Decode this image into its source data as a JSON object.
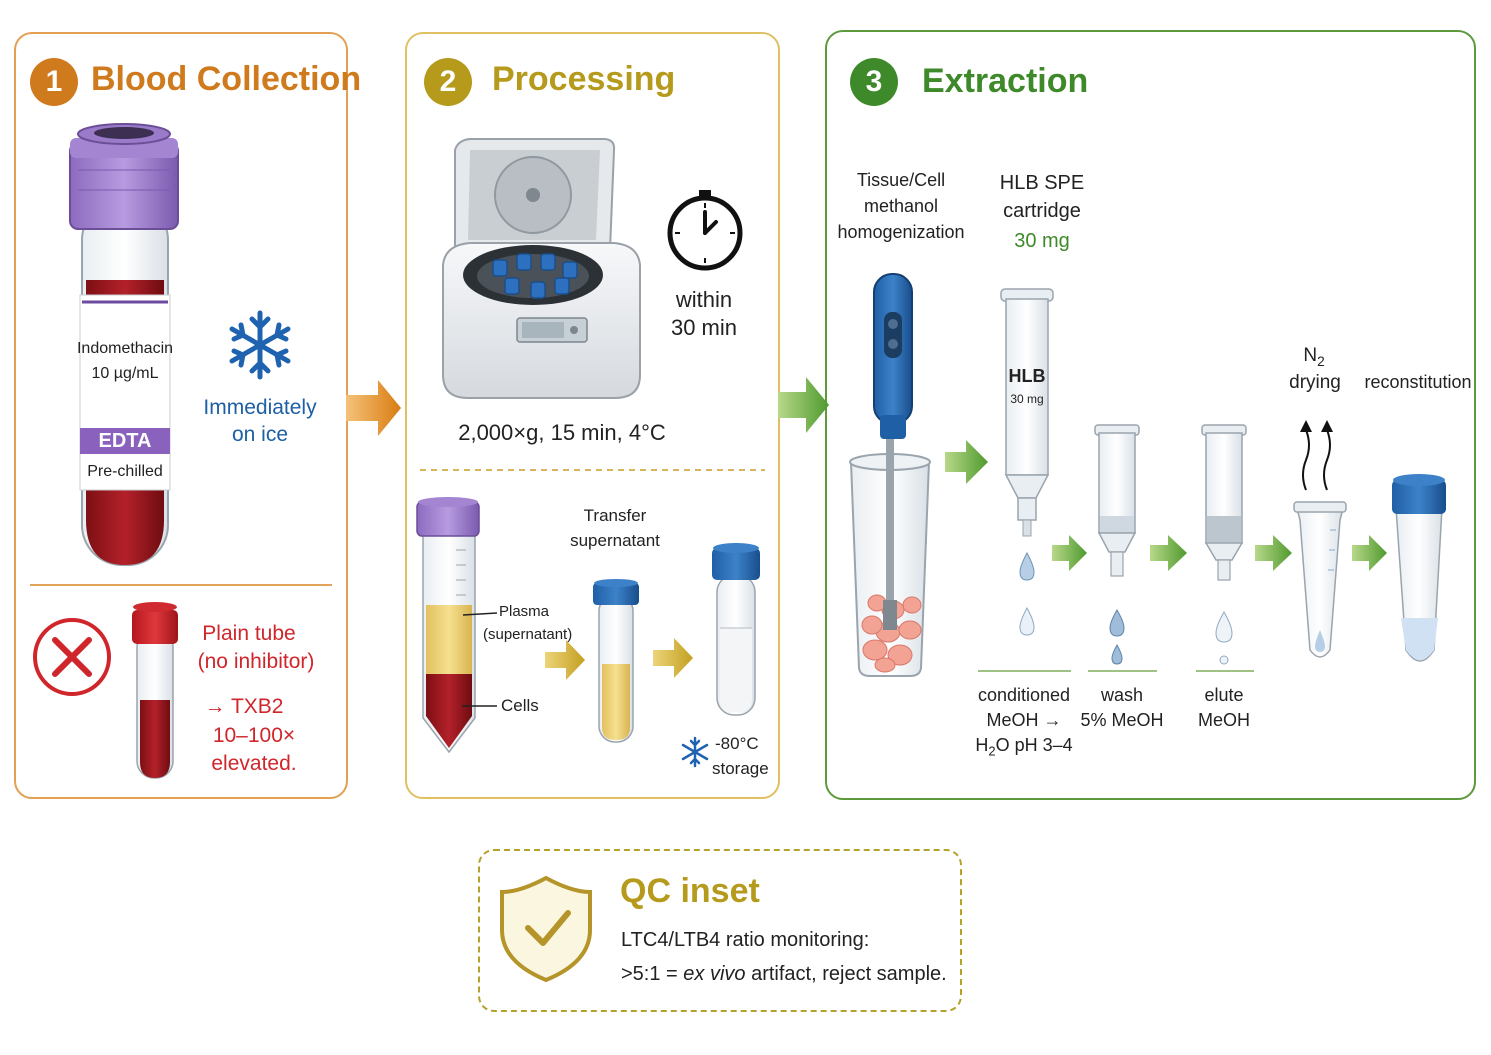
{
  "colors": {
    "orange": "#d07a1e",
    "gold": "#b59a1c",
    "green": "#3e8a2a",
    "blue_text": "#1d5fa5",
    "red": "#d0262b"
  },
  "panel1": {
    "number": "1",
    "title": "Blood Collection",
    "tube_label_line1": "Indomethacin",
    "tube_label_line2": "10 µg/mL",
    "tube_band": "EDTA",
    "tube_label_line3": "Pre-chilled",
    "ice_line1": "Immediately",
    "ice_line2": "on ice",
    "plain_line1": "Plain tube",
    "plain_line2": "(no inhibitor)",
    "txb_line1": "→ TXB2",
    "txb_line2": "10–100×",
    "txb_line3": "elevated."
  },
  "panel2": {
    "number": "2",
    "title": "Processing",
    "timer_line1": "within",
    "timer_line2": "30 min",
    "spin": "2,000×g, 15 min, 4°C",
    "transfer_line1": "Transfer",
    "transfer_line2": "supernatant",
    "plasma_line1": "Plasma",
    "plasma_line2": "(supernatant)",
    "cells": "Cells",
    "storage_line1": "-80°C",
    "storage_line2": "storage"
  },
  "panel3": {
    "number": "3",
    "title": "Extraction",
    "homog_line1": "Tissue/Cell",
    "homog_line2": "methanol",
    "homog_line3": "homogenization",
    "hlb_line1": "HLB SPE",
    "hlb_line2": "cartridge",
    "hlb_line3": "30 mg",
    "cartridge_label": "HLB",
    "cartridge_mass": "30 mg",
    "n2": "N",
    "n2_sub": "2",
    "drying": "drying",
    "reconstitution": "reconstitution",
    "cond_line1": "conditioned",
    "cond_line2": "MeOH →",
    "cond_line3_h": "H",
    "cond_line3_sub": "2",
    "cond_line3_rest": "O pH 3–4",
    "wash_line1": "wash",
    "wash_line2": "5% MeOH",
    "elute_line1": "elute",
    "elute_line2": "MeOH"
  },
  "qc": {
    "title": "QC inset",
    "line1": "LTC4/LTB4 ratio monitoring:",
    "line2_a": ">5:1 = ",
    "line2_em": "ex vivo",
    "line2_b": " artifact, reject sample."
  }
}
